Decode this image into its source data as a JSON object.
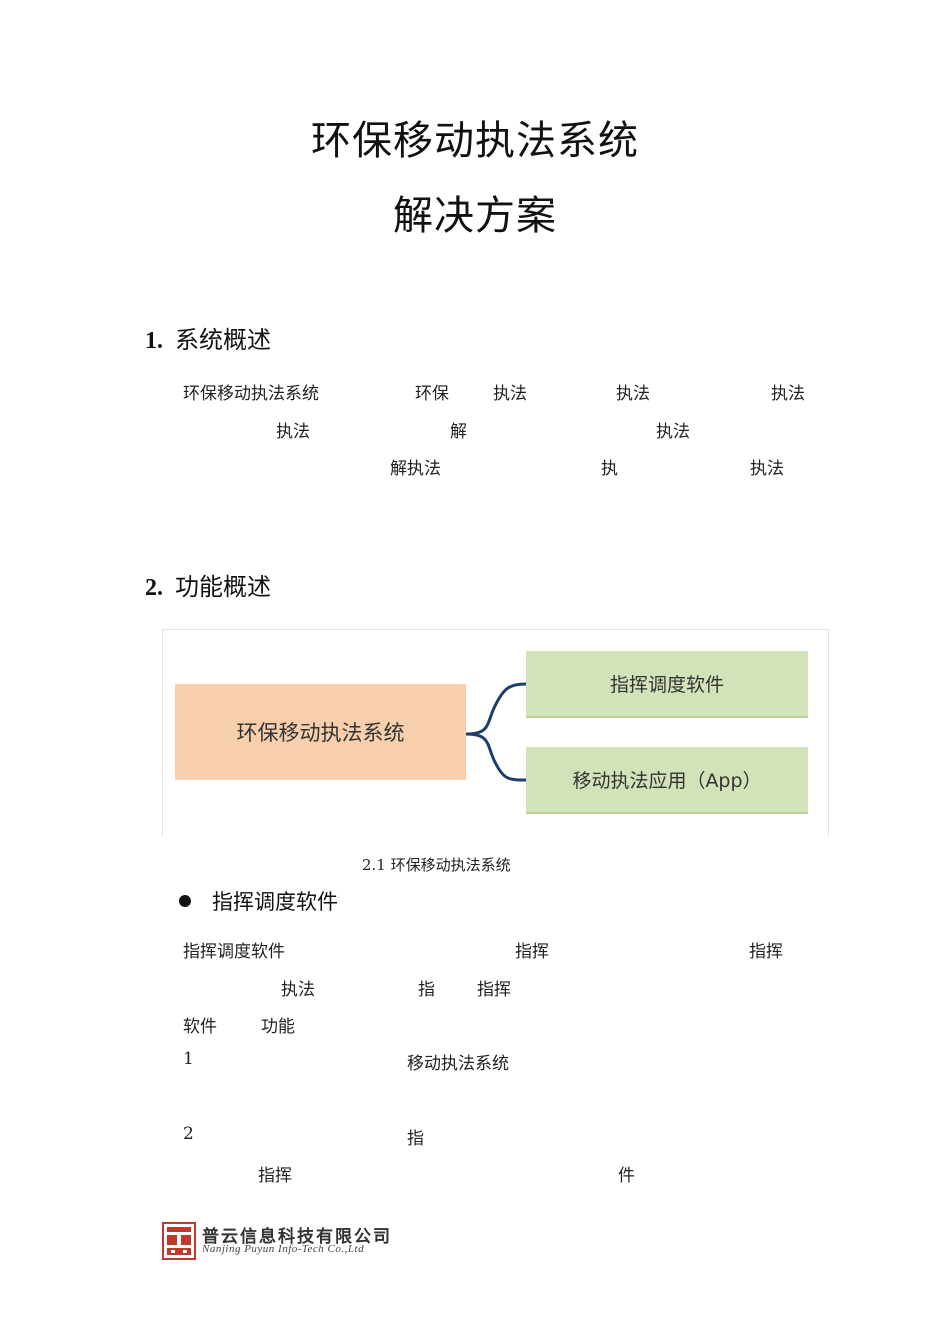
{
  "title": {
    "line1": "环保移动执法系统",
    "line2": "解决方案"
  },
  "section1": {
    "number": "1.",
    "heading": "系统概述",
    "fragments": {
      "r1a": "环保移动执法系统",
      "r1b": "环保",
      "r1c": "执法",
      "r1d": "执法",
      "r1e": "执法",
      "r2a": "执法",
      "r2b": "解",
      "r2c": "执法",
      "r3a": "解执法",
      "r3b": "执",
      "r3c": "执法"
    }
  },
  "section2": {
    "number": "2.",
    "heading": "功能概述",
    "diagram": {
      "root": "环保移动执法系统",
      "child1": "指挥调度软件",
      "child2": "移动执法应用（App）"
    },
    "caption": "2.1  环保移动执法系统",
    "bullet": "指挥调度软件",
    "fragments": {
      "p1a": "指挥调度软件",
      "p1b": "指挥",
      "p1c": "指挥",
      "p2a": "执法",
      "p2b": "指",
      "p2c": "指挥",
      "p3a": "软件",
      "p3b": "功能",
      "i1num": "1",
      "i1text": "移动执法系统",
      "i2num": "2",
      "i2text": "指",
      "i3a": "指挥",
      "i3b": "件"
    }
  },
  "footer": {
    "logo_cn": "普云信息科技有限公司",
    "logo_en": "Nanjing Puyun Info-Tech Co.,Ltd",
    "brand_color": "#c0392b"
  }
}
